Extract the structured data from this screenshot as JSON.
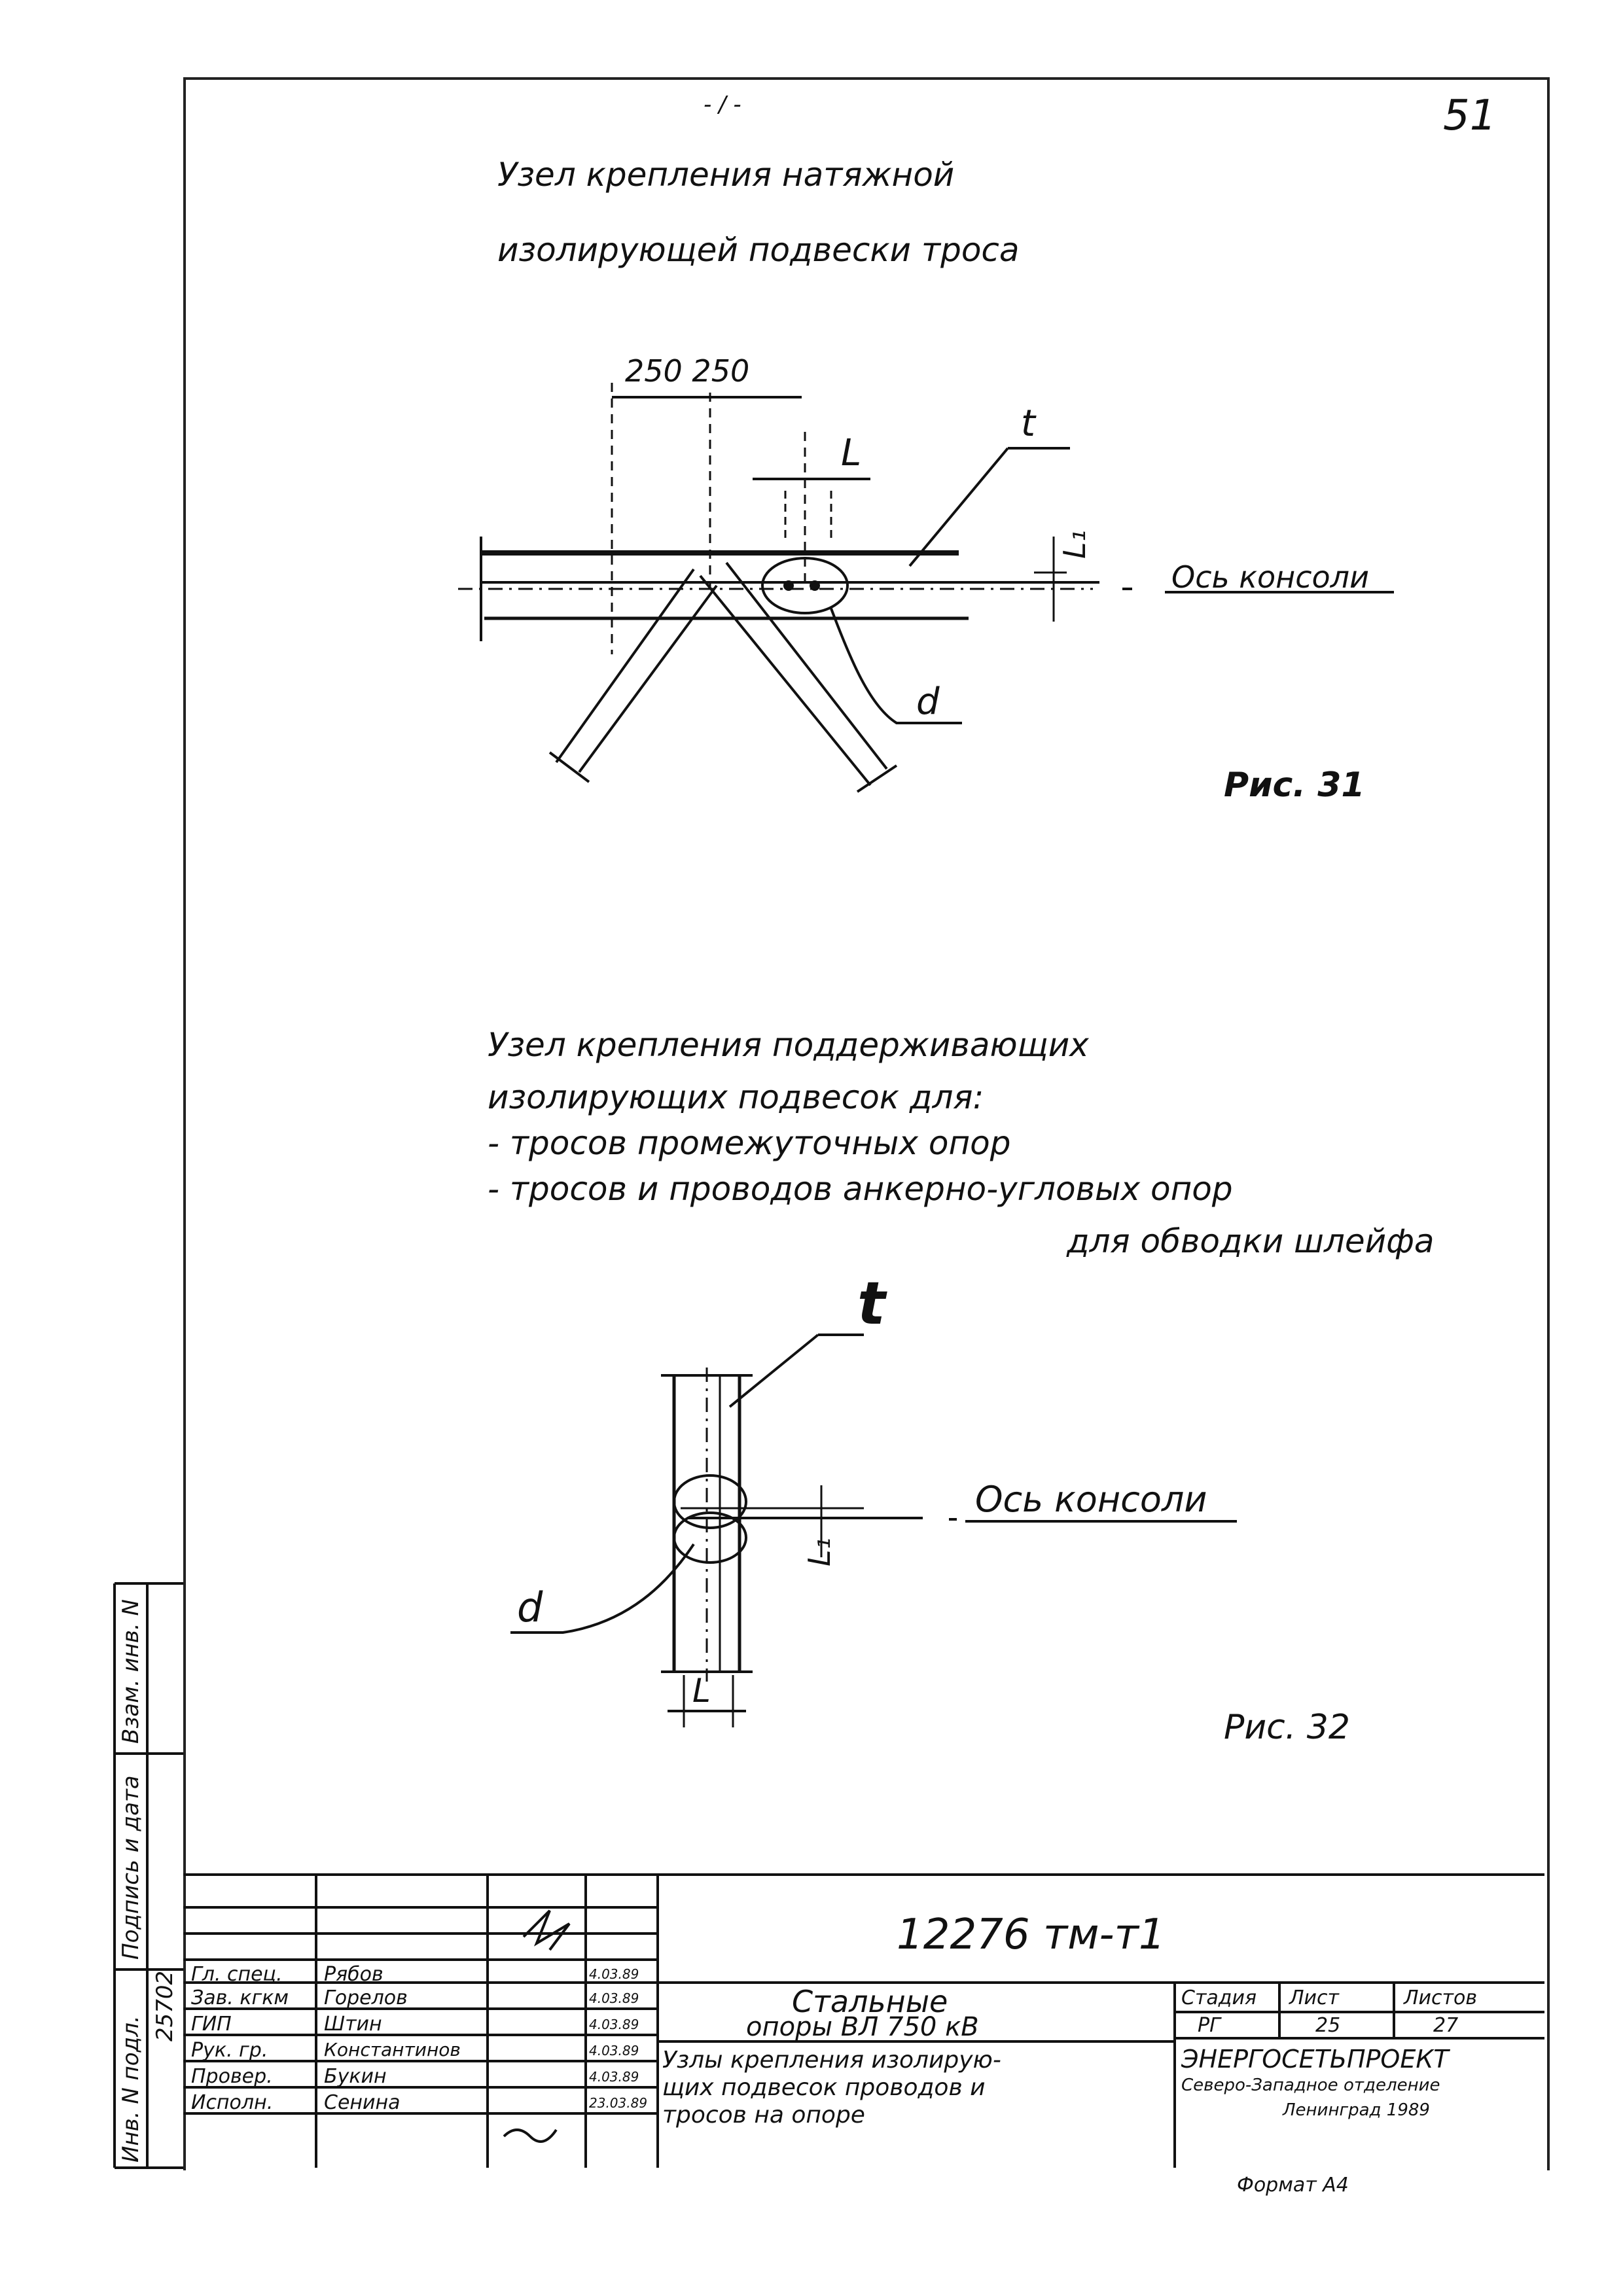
{
  "sheet": {
    "page_number": "51",
    "top_mark": "- / -"
  },
  "figure31": {
    "title_line1": "Узел крепления натяжной",
    "title_line2": "изолирующей подвески троса",
    "dim_top": "250  250",
    "label_t": "t",
    "label_L": "L",
    "label_L1": "L₁",
    "axis_label": "Ось консоли",
    "label_d": "d",
    "caption": "Рис. 31"
  },
  "figure32": {
    "title_line1": "Узел крепления поддерживающих",
    "title_line2": "изолирующих подвесок для:",
    "title_line3": "- тросов  промежуточных опор",
    "title_line4": "- тросов и  проводов  анкерно-угловых опор",
    "title_line5": "для обводки шлейфа",
    "label_t": "t",
    "axis_label": "Ось консоли",
    "label_L1": "L₁",
    "label_d": "d",
    "label_L": "L",
    "caption": "Рис. 32"
  },
  "side_stamp": {
    "col1": "Инв. N подл.",
    "col1_value": "25702",
    "col2": "Подпись и дата",
    "col3": "Взам. инв. N"
  },
  "title_block": {
    "doc_code": "12276 тм-т1",
    "rows": [
      {
        "role": "Гл. спец.",
        "name": "Рябов",
        "date": "4.03.89"
      },
      {
        "role": "Зав. кгкм",
        "name": "Горелов",
        "date": "4.03.89"
      },
      {
        "role": "ГИП",
        "name": "Штин",
        "date": "4.03.89"
      },
      {
        "role": "Рук. гр.",
        "name": "Константинов",
        "date": "4.03.89"
      },
      {
        "role": "Провер.",
        "name": "Букин",
        "date": "4.03.89"
      },
      {
        "role": "Исполн.",
        "name": "Сенина",
        "date": "23.03.89"
      }
    ],
    "name_line1": "Стальные",
    "name_line2": "опоры  ВЛ 750 кВ",
    "sheet_title_line1": "Узлы крепления изолирую-",
    "sheet_title_line2": "щих подвесок проводов и",
    "sheet_title_line3": "тросов на опоре",
    "col_stage": "Стадия",
    "col_sheet": "Лист",
    "col_sheets": "Листов",
    "stage": "РГ",
    "sheet": "25",
    "sheets": "27",
    "org_line1": "ЭНЕРГОСЕТЬПРОЕКТ",
    "org_line2": "Северо-Западное отделение",
    "org_line3": "Ленинград 1989",
    "format": "Формат А4"
  }
}
